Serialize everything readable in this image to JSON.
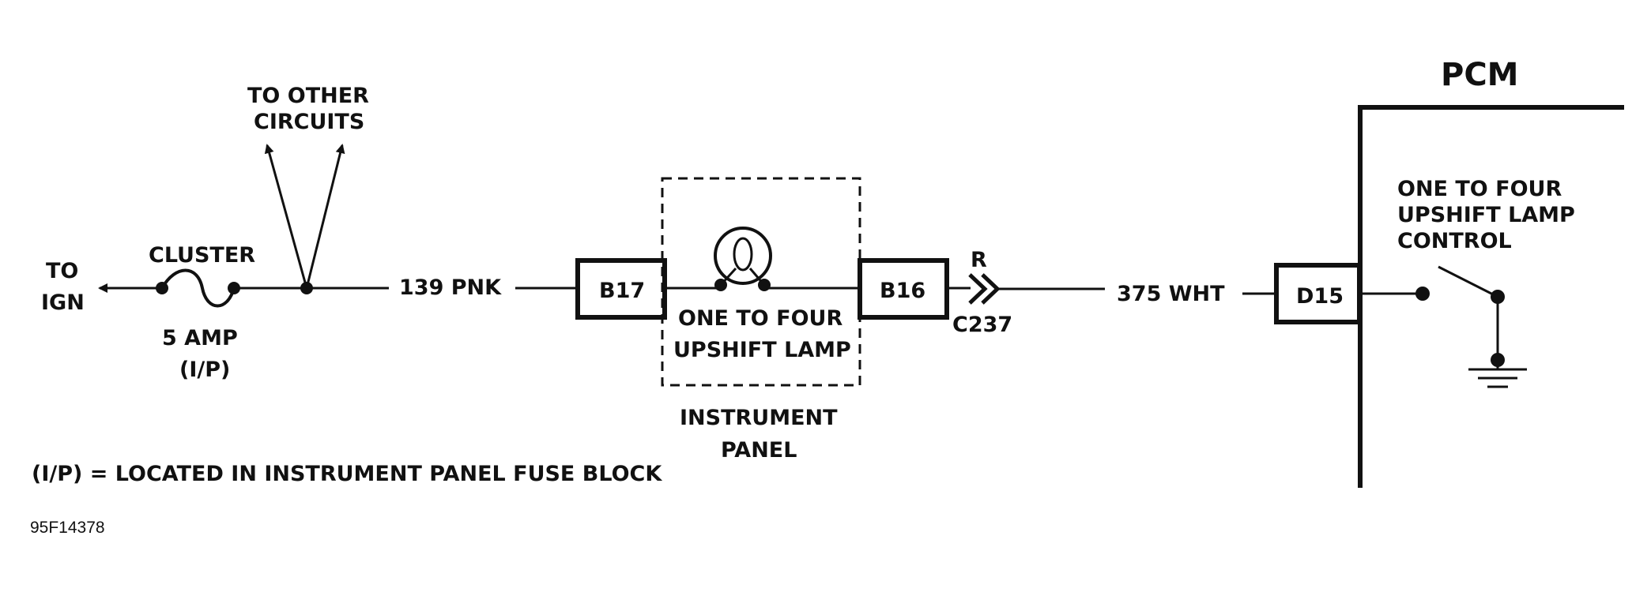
{
  "to_ign": {
    "line1": "TO",
    "line2": "IGN"
  },
  "fuse": {
    "name": "CLUSTER",
    "rating": "5 AMP",
    "location": "(I/P)"
  },
  "to_other": {
    "line1": "TO OTHER",
    "line2": "CIRCUITS"
  },
  "wire1": "139 PNK",
  "wire2": "375 WHT",
  "connectors": {
    "b17": "B17",
    "b16": "B16",
    "d15": "D15"
  },
  "lamp": {
    "line1": "ONE TO FOUR",
    "line2": "UPSHIFT LAMP"
  },
  "panel": {
    "line1": "INSTRUMENT",
    "line2": "PANEL"
  },
  "inline_connector": {
    "side": "R",
    "id": "C237"
  },
  "pcm": {
    "title": "PCM",
    "control_line1": "ONE TO FOUR",
    "control_line2": "UPSHIFT LAMP",
    "control_line3": "CONTROL"
  },
  "footnote": "(I/P) = LOCATED IN INSTRUMENT PANEL FUSE BLOCK",
  "figure_id": "95F14378",
  "colors": {
    "ink": "#111111",
    "background": "#ffffff"
  }
}
